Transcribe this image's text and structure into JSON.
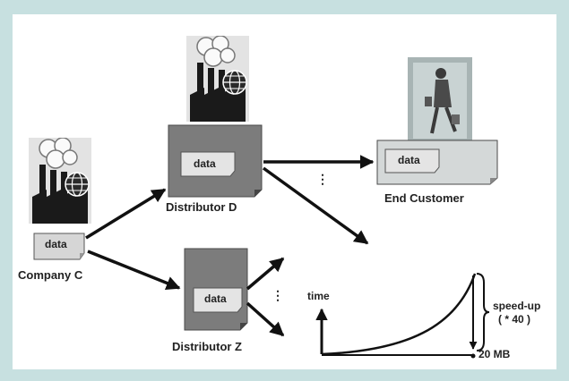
{
  "nodes": {
    "company": {
      "label": "Company C",
      "data_label": "data"
    },
    "distributor_d": {
      "label": "Distributor D",
      "data_label": "data"
    },
    "distributor_z": {
      "label": "Distributor Z",
      "data_label": "data"
    },
    "end_customer": {
      "label": "End Customer",
      "data_label": "data"
    }
  },
  "ellipsis": "⋮",
  "graph": {
    "y_label": "time",
    "brace_label_line1": "speed-up",
    "brace_label_line2": "( * 40 )",
    "x_marker_label": "20 MB"
  }
}
